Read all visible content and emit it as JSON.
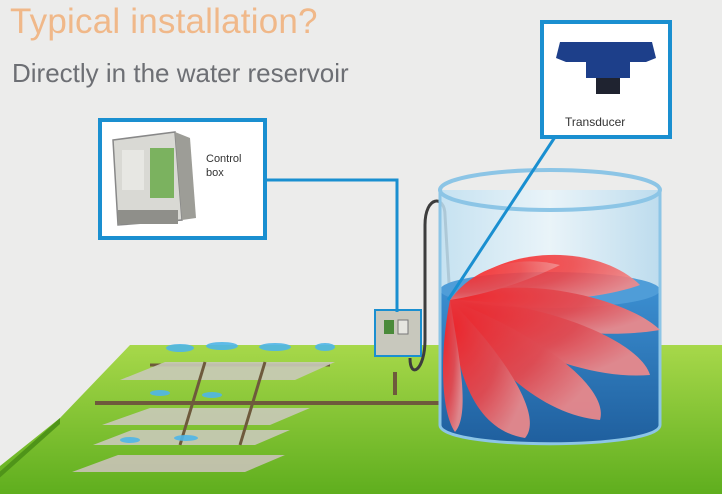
{
  "heading": {
    "title": "Typical installation?",
    "subtitle": "Directly in the water reservoir"
  },
  "callouts": {
    "control_box_line1": "Control",
    "control_box_line2": "box",
    "transducer": "Transducer"
  },
  "colors": {
    "title": "#f0b889",
    "subtitle": "#6d6f74",
    "callout_border": "#1a8fd0",
    "grass": "#7dc12a",
    "water": "#2d77b8",
    "sound_wave": "#e8232a"
  }
}
